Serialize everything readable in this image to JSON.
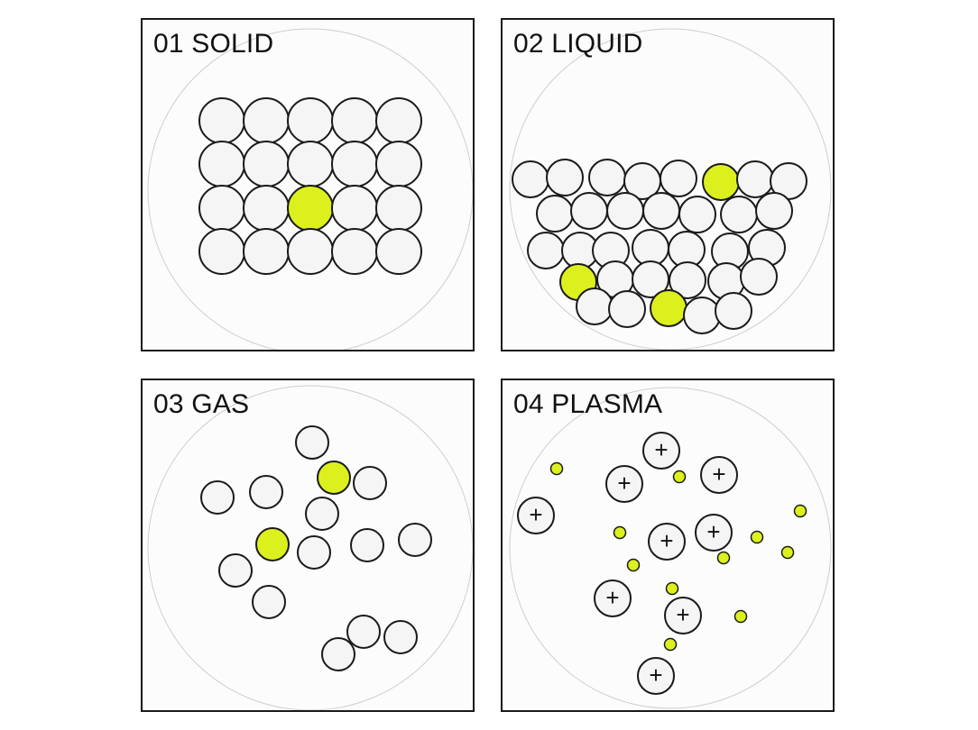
{
  "panels": [
    {
      "id": "solid",
      "title": "01 SOLID"
    },
    {
      "id": "liquid",
      "title": "02 LIQUID"
    },
    {
      "id": "gas",
      "title": "03 GAS"
    },
    {
      "id": "plasma",
      "title": "04 PLASMA"
    }
  ],
  "colors": {
    "particle_fill": "#f5f5f5",
    "highlight_fill": "#dcf01e",
    "outline": "#1a1a1a",
    "container_outline": "#cfcfcf"
  },
  "plasma": {
    "ion_symbol": "+"
  }
}
